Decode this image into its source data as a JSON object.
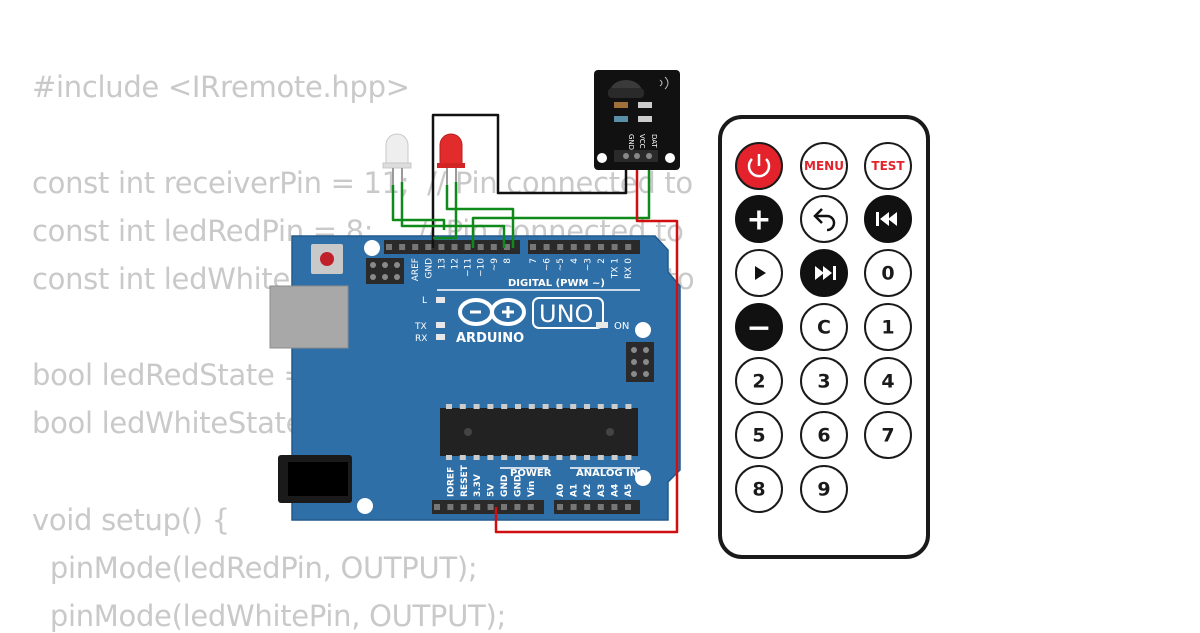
{
  "code_lines": [
    "#include <IRremote.hpp>",
    "",
    "const int receiverPin = 11;  // Pin connected to",
    "const int ledRedPin = 8;     // Pin connected to",
    "const int ledWhitePin = 9;   // Pin connected to",
    "",
    "bool ledRedState = false;",
    "bool ledWhiteState = false;",
    "",
    "void setup() {",
    "  pinMode(ledRedPin, OUTPUT);",
    "  pinMode(ledWhitePin, OUTPUT);"
  ],
  "board": {
    "model": "UNO",
    "brand": "ARDUINO",
    "digital_label": "DIGITAL (PWM ~)",
    "power_label": "POWER",
    "analog_label": "ANALOG IN",
    "on_label": "ON",
    "l_label": "L",
    "tx_label": "TX",
    "rx_label": "RX",
    "top_pins": [
      "AREF",
      "GND",
      "13",
      "12",
      "~11",
      "~10",
      "~9",
      "8",
      "7",
      "~6",
      "~5",
      "4",
      "~3",
      "2",
      "TX 1",
      "RX 0"
    ],
    "bottom_pins": [
      "IOREF",
      "RESET",
      "3.3V",
      "5V",
      "GND",
      "GND",
      "Vin",
      "A0",
      "A1",
      "A2",
      "A3",
      "A4",
      "A5"
    ]
  },
  "ir_receiver": {
    "pins": [
      "GND",
      "VCC",
      "DAT"
    ]
  },
  "remote": {
    "buttons": [
      {
        "id": "power",
        "label": "",
        "icon": "power-icon"
      },
      {
        "id": "menu",
        "label": "MENU"
      },
      {
        "id": "test",
        "label": "TEST"
      },
      {
        "id": "plus",
        "label": "+"
      },
      {
        "id": "back",
        "label": "",
        "icon": "back-arrow-icon"
      },
      {
        "id": "prev",
        "label": "",
        "icon": "previous-icon"
      },
      {
        "id": "play",
        "label": "",
        "icon": "play-icon"
      },
      {
        "id": "next",
        "label": "",
        "icon": "next-icon"
      },
      {
        "id": "zero",
        "label": "0"
      },
      {
        "id": "minus",
        "label": "−"
      },
      {
        "id": "clear",
        "label": "C"
      },
      {
        "id": "one",
        "label": "1"
      },
      {
        "id": "two",
        "label": "2"
      },
      {
        "id": "three",
        "label": "3"
      },
      {
        "id": "four",
        "label": "4"
      },
      {
        "id": "five",
        "label": "5"
      },
      {
        "id": "six",
        "label": "6"
      },
      {
        "id": "seven",
        "label": "7"
      },
      {
        "id": "eight",
        "label": "8"
      },
      {
        "id": "nine",
        "label": "9"
      }
    ]
  },
  "colors": {
    "board": "#2f6fa8",
    "wire_green": "#0f8a1a",
    "wire_black": "#111111",
    "wire_red": "#d01010",
    "led_red": "#e22b2b",
    "remote_red": "#e3222b"
  }
}
